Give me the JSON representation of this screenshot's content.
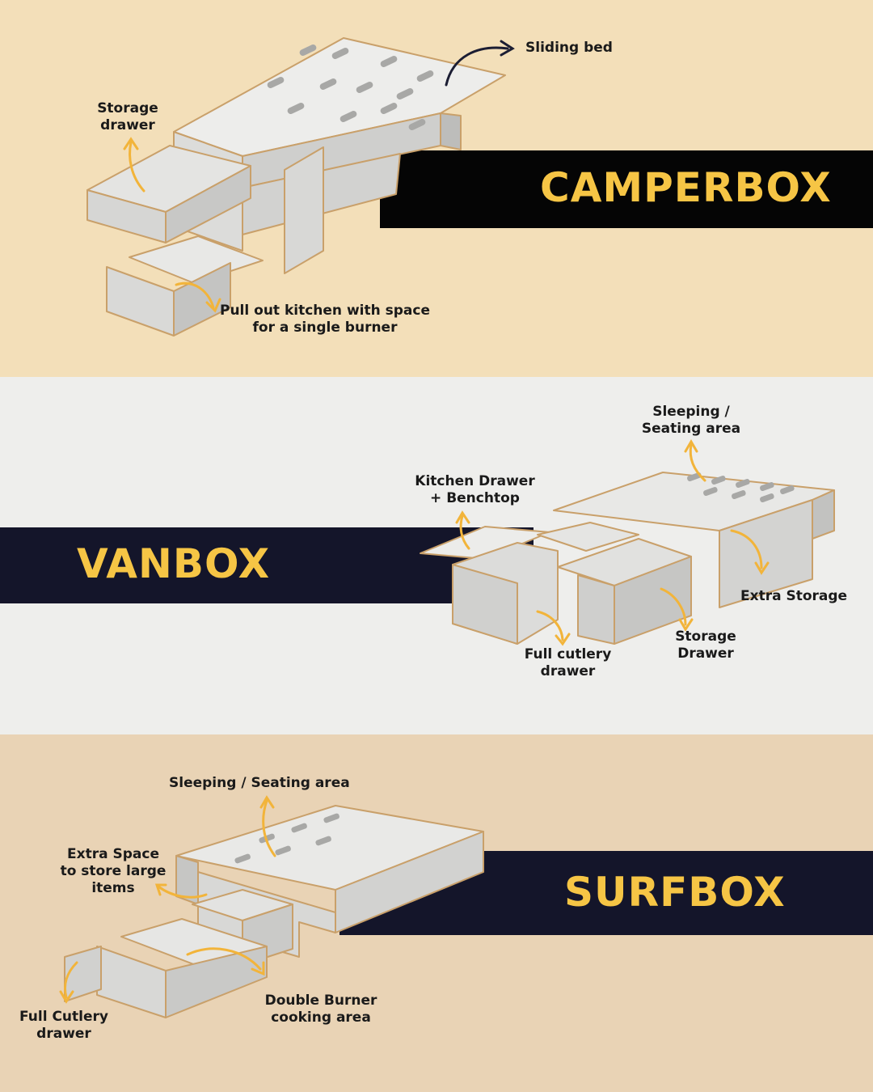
{
  "colors": {
    "camper_bg": "#f3dfb9",
    "van_bg": "#eeeeec",
    "surf_bg": "#e9d3b5",
    "band_black": "#050505",
    "band_navy": "#14152a",
    "title_yellow": "#f6c545",
    "arrow_yellow": "#f2b43a",
    "arrow_navy": "#1b1d33"
  },
  "camperbox": {
    "title": "CAMPERBOX",
    "labels": {
      "sliding_bed": "Sliding bed",
      "storage_drawer_line1": "Storage",
      "storage_drawer_line2": "drawer",
      "kitchen_line1": "Pull out kitchen with space",
      "kitchen_line2": "for a single burner"
    }
  },
  "vanbox": {
    "title": "VANBOX",
    "labels": {
      "sleeping_line1": "Sleeping /",
      "sleeping_line2": "Seating area",
      "kitchen_line1": "Kitchen Drawer",
      "kitchen_line2": "+ Benchtop",
      "extra_storage": "Extra Storage",
      "storage_line1": "Storage",
      "storage_line2": "Drawer",
      "cutlery_line1": "Full cutlery",
      "cutlery_line2": "drawer"
    }
  },
  "surfbox": {
    "title": "SURFBOX",
    "labels": {
      "sleeping": "Sleeping / Seating area",
      "extra_line1": "Extra Space",
      "extra_line2": "to store large",
      "extra_line3": "items",
      "burner_line1": "Double Burner",
      "burner_line2": "cooking area",
      "cutlery_line1": "Full Cutlery",
      "cutlery_line2": "drawer"
    }
  }
}
